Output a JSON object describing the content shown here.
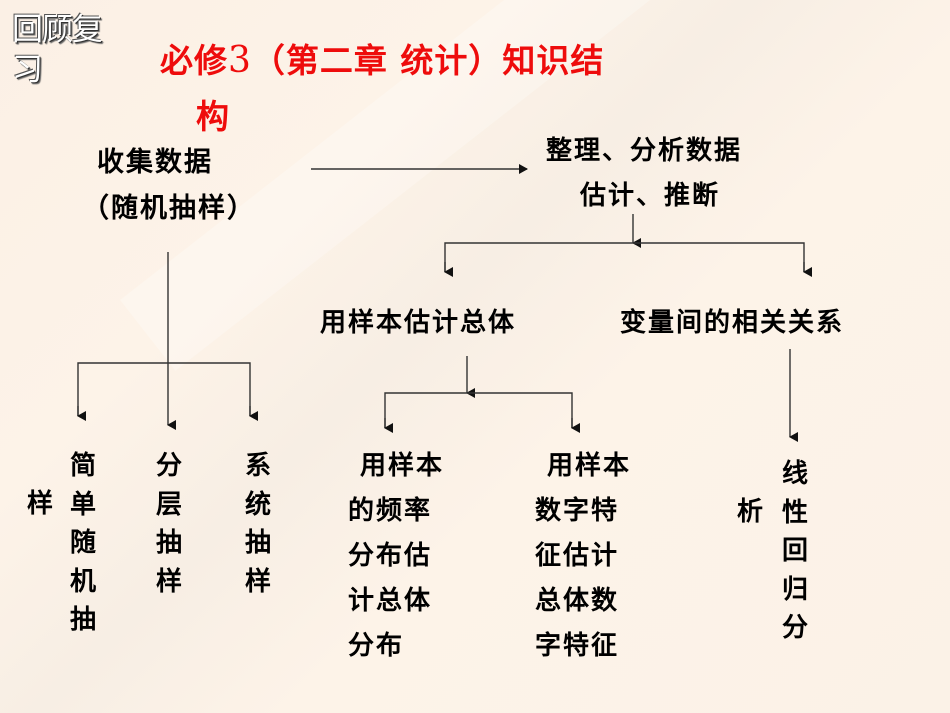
{
  "slide": {
    "corner_label": "回顾复习",
    "title": {
      "prefix": "必修",
      "number": "3",
      "rest": "（第二章  统计）知识结",
      "wrap": "构"
    },
    "colors": {
      "title": "#ee0c0c",
      "text": "#000000",
      "corner_label": "#ffffff",
      "background": "#fdf3e8",
      "lines": "#333333"
    }
  },
  "diagram": {
    "root": {
      "line1": "收集数据",
      "line2": "（随机抽样）"
    },
    "analysis": {
      "line1": "整理、分析数据",
      "line2": "估计、推断"
    },
    "branches": {
      "estimate_population": "用样本估计总体",
      "correlation": "变量间的相关关系"
    },
    "sampling_methods": {
      "simple_random": [
        "简",
        "单",
        "随",
        "机",
        "抽"
      ],
      "simple_random_overflow": "样",
      "stratified": [
        "分",
        "层",
        "抽",
        "样"
      ],
      "systematic": [
        "系",
        "统",
        "抽",
        "样"
      ]
    },
    "estimation_methods": {
      "frequency_distribution": [
        "用样本",
        "的频率",
        "分布估",
        "计总体",
        "分布"
      ],
      "numerical_features": [
        "用样本",
        "数字特",
        "征估计",
        "总体数",
        "字特征"
      ]
    },
    "regression": {
      "chars": [
        "线",
        "性",
        "回",
        "归",
        "分"
      ],
      "overflow": "析"
    }
  }
}
